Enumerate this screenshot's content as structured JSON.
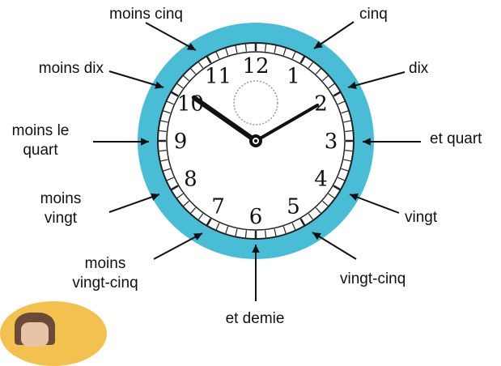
{
  "clock": {
    "hour_numerals": [
      "12",
      "1",
      "2",
      "3",
      "4",
      "5",
      "6",
      "7",
      "8",
      "9",
      "10",
      "11"
    ],
    "time_shown": "10:10",
    "colors": {
      "ring": "#49bcd6",
      "face": "#ffffff",
      "hands": "#111111"
    }
  },
  "labels": {
    "cinq": "cinq",
    "dix": "dix",
    "et_quart": "et quart",
    "vingt": "vingt",
    "vingt_cinq": "vingt-cinq",
    "et_demie": "et demie",
    "moins_vingt_cinq": "moins\nvingt-cinq",
    "moins_vingt": "moins\nvingt",
    "moins_le_quart": "moins le\nquart",
    "moins_dix": "moins dix",
    "moins_cinq": "moins cinq"
  }
}
